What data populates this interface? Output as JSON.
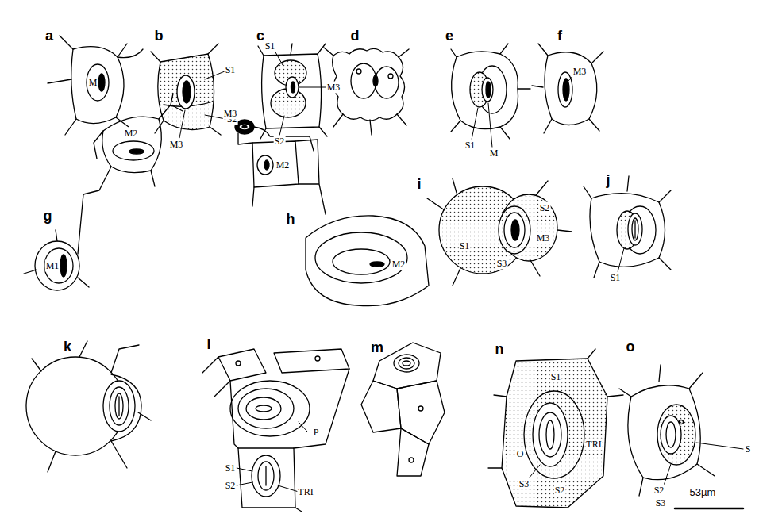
{
  "diagram": {
    "labels": [
      "a",
      "M",
      "b",
      "S1",
      "S2",
      "M3",
      "c",
      "S1",
      "M3",
      "S2",
      "d",
      "e",
      "S1",
      "M",
      "f",
      "M3",
      "g",
      "M2",
      "M1",
      "h",
      "M3",
      "M2",
      "M2",
      "i",
      "S1",
      "S2",
      "M3",
      "S3",
      "j",
      "S1",
      "k",
      "l",
      "P",
      "S1",
      "S2",
      "TRI",
      "m",
      "n",
      "S1",
      "TRI",
      "O",
      "S3",
      "S2",
      "o",
      "S2",
      "S3",
      "S",
      "53µm"
    ]
  }
}
